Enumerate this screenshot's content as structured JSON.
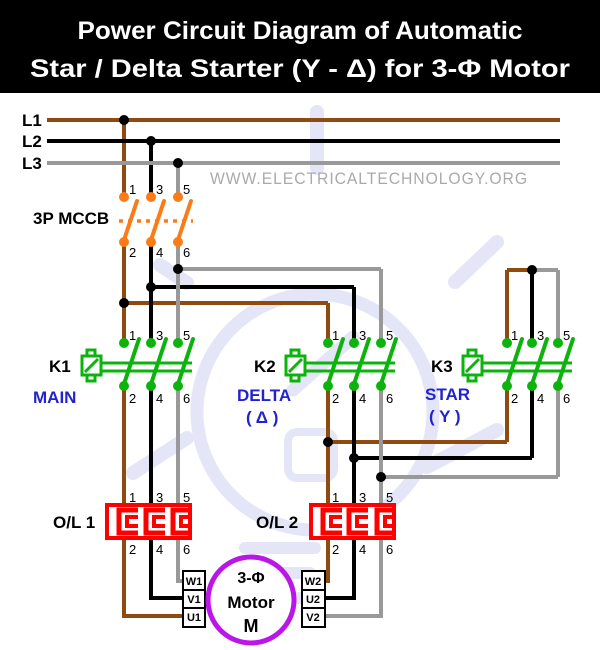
{
  "header": {
    "line1": "Power Circuit Diagram of Automatic",
    "line2": "Star / Delta Starter (Y - Δ) for 3-Φ Motor"
  },
  "watermark": "WWW.ELECTRICALTECHNOLOGY.ORG",
  "supply": {
    "l1": "L1",
    "l2": "L2",
    "l3": "L3"
  },
  "pole_numbers": {
    "t1": "1",
    "t2": "3",
    "t3": "5",
    "b1": "2",
    "b2": "4",
    "b3": "6"
  },
  "breaker": {
    "label": "3P MCCB"
  },
  "contactors": {
    "k1": {
      "id": "K1",
      "role": "MAIN"
    },
    "k2": {
      "id": "K2",
      "role": "DELTA",
      "sub": "( Δ )"
    },
    "k3": {
      "id": "K3",
      "role": "STAR",
      "sub": "( Y )"
    }
  },
  "overloads": {
    "ol1": "O/L 1",
    "ol2": "O/L 2"
  },
  "motor": {
    "phase": "3-Φ",
    "name": "Motor",
    "symbol": "M",
    "terminals_left": {
      "t1": "W1",
      "t2": "V1",
      "t3": "U1"
    },
    "terminals_right": {
      "t1": "W2",
      "t2": "U2",
      "t3": "V2"
    }
  },
  "colors": {
    "phase_l1_wire": "#8f4a10",
    "phase_l2_wire": "#000000",
    "phase_l3_wire": "#999999",
    "breaker": "#fb7b17",
    "contactor": "#0db30d",
    "overload": "#ff0000",
    "motor": "#bb16e8",
    "label_blue": "#2222cf",
    "watermark_text": "#aaaaaa",
    "bulb_watermark": "#e4e6f8",
    "header_bg": "#000000",
    "header_text": "#ffffff"
  }
}
